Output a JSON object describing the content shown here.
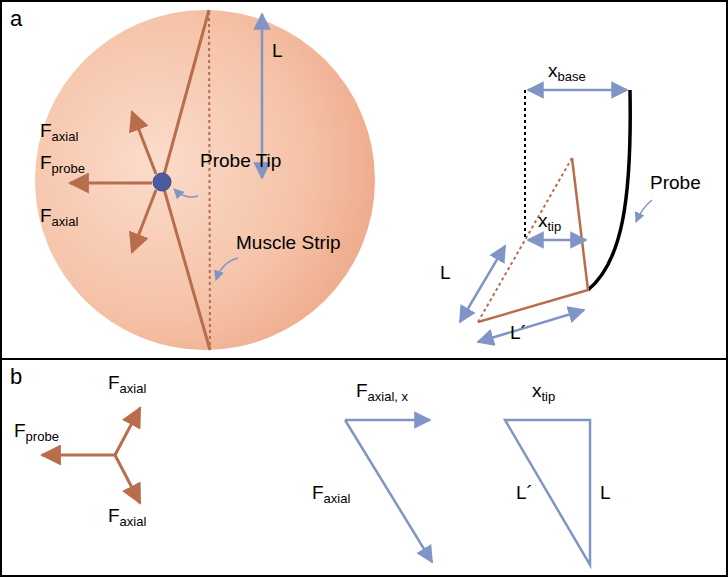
{
  "diagram": {
    "nodes": [
      {
        "text": [
          "a"
        ]
      },
      {
        "text": [
          "b"
        ]
      }
    ],
    "labels": [
      "L",
      "Faxial",
      "Fprobe",
      "Faxial",
      "Probe Tip",
      "Muscle Strip",
      "xbase",
      "xtip",
      "Probe",
      "L",
      "L´",
      "Faxial",
      "Fprobe",
      "Faxial",
      "Faxial, x",
      "Faxial",
      "xtip",
      "L´",
      "L"
    ]
  }
}
